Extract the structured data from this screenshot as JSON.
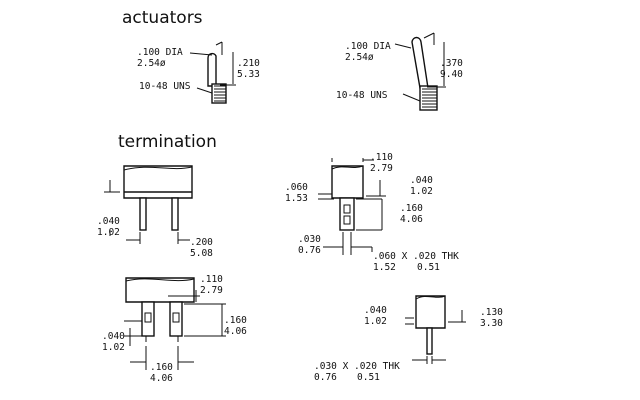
{
  "sections": {
    "actuators": "actuators",
    "termination": "termination"
  },
  "actuator_short": {
    "dia_in": ".100 DIA",
    "dia_mm": "2.54ø",
    "h_in": ".210",
    "h_mm": "5.33",
    "thread": "10-48 UNS"
  },
  "actuator_long": {
    "dia_in": ".100 DIA",
    "dia_mm": "2.54ø",
    "h_in": ".370",
    "h_mm": "9.40",
    "thread": "10-48 UNS"
  },
  "term_straight": {
    "pin_in": ".040",
    "pin_mm": "1.02",
    "space_in": ".200",
    "space_mm": "5.08"
  },
  "term_side": {
    "top_in": ".110",
    "top_mm": "2.79",
    "left_in": ".060",
    "left_mm": "1.53",
    "right_in": ".040",
    "right_mm": "1.02",
    "h_in": ".160",
    "h_mm": "4.06",
    "bot_in": ".030",
    "bot_mm": "0.76",
    "thk_in": ".060 X .020 THK",
    "thk_mm1": "1.52",
    "thk_mm2": "0.51"
  },
  "term_pc": {
    "top_in": ".110",
    "top_mm": "2.79",
    "right_in": ".160",
    "right_mm": "4.06",
    "left_in": ".040",
    "left_mm": "1.02",
    "space_in": ".160",
    "space_mm": "4.06"
  },
  "term_single": {
    "left_in": ".040",
    "left_mm": "1.02",
    "right_in": ".130",
    "right_mm": "3.30",
    "thk_in": ".030 X .020 THK",
    "thk_mm1": "0.76",
    "thk_mm2": "0.51"
  }
}
